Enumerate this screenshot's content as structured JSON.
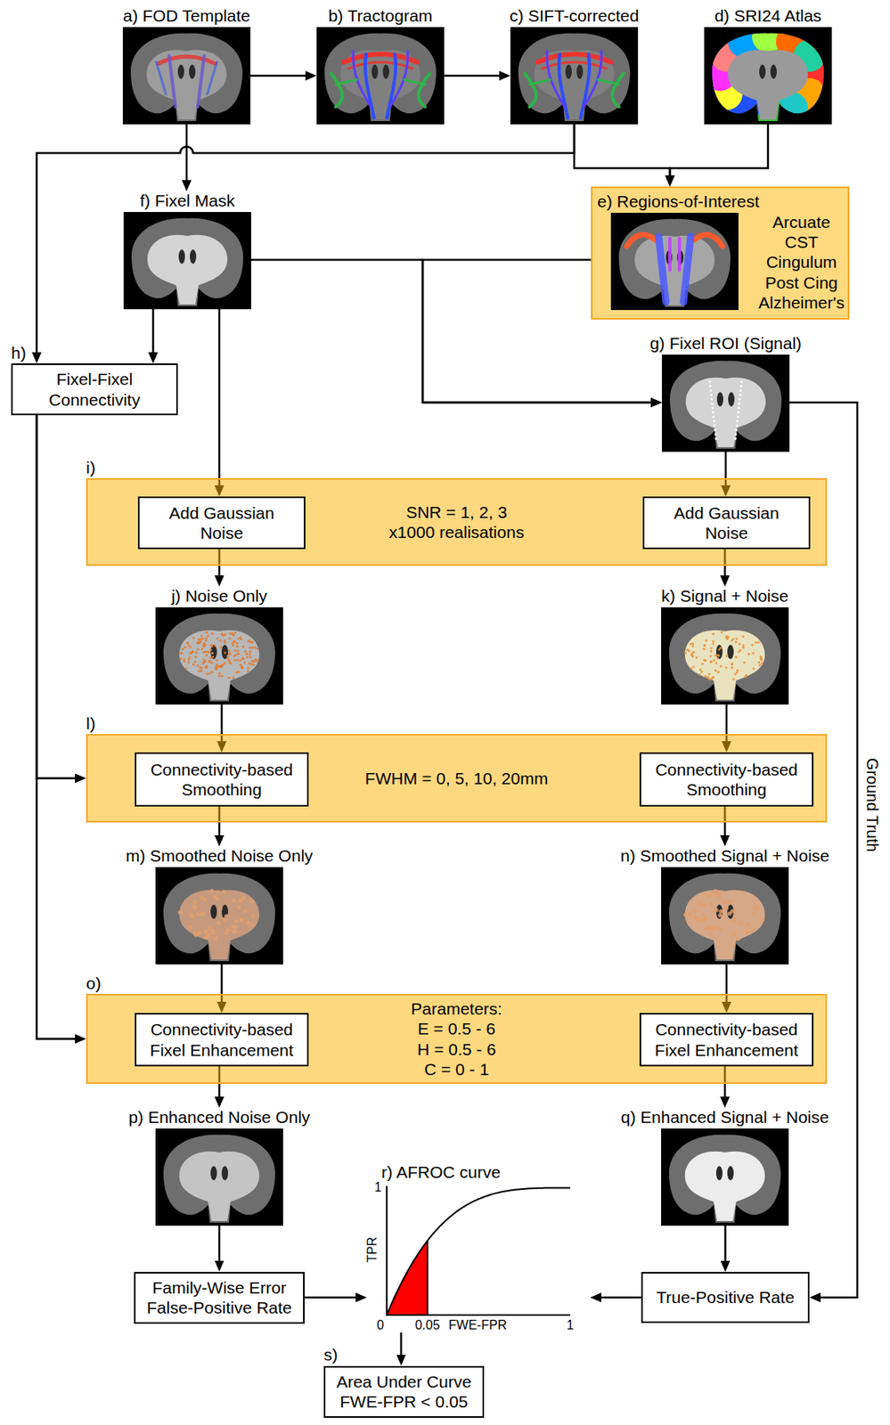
{
  "diagram": {
    "nodes": [
      {
        "text": [
          "a) FOD Template"
        ]
      },
      {
        "text": [
          "b) Tractogram"
        ]
      },
      {
        "text": [
          "c) SIFT-corrected"
        ]
      },
      {
        "text": [
          "d) SRI24 Atlas"
        ]
      },
      {
        "text": [
          "f) Fixel Mask"
        ]
      },
      {
        "text": [
          "e) Regions-of-Interest",
          "Arcuate",
          "CST",
          "Cingulum",
          "Post Cing",
          "Alzheimer's"
        ]
      },
      {
        "text": [
          "h)",
          "Fixel-Fixel Connectivity"
        ]
      },
      {
        "text": [
          "g) Fixel ROI (Signal)"
        ]
      },
      {
        "text": [
          "i)",
          "SNR = 1, 2, 3 x1000 realisations"
        ]
      },
      {
        "text": [
          "Add Gaussian Noise"
        ],
        "in": 8
      },
      {
        "text": [
          "Add Gaussian Noise"
        ],
        "in": 8
      },
      {
        "text": [
          "j) Noise Only"
        ]
      },
      {
        "text": [
          "k) Signal + Noise"
        ]
      },
      {
        "text": [
          "l)",
          "FWHM = 0, 5, 10, 20mm"
        ]
      },
      {
        "text": [
          "Connectivity-based Smoothing"
        ],
        "in": 13
      },
      {
        "text": [
          "Connectivity-based Smoothing"
        ],
        "in": 13
      },
      {
        "text": [
          "m) Smoothed Noise Only"
        ]
      },
      {
        "text": [
          "n) Smoothed Signal + Noise"
        ]
      },
      {
        "text": [
          "o)",
          "Parameters:",
          "E = 0.5 - 6",
          "H = 0.5 - 6",
          "C = 0 - 1"
        ]
      },
      {
        "text": [
          "Connectivity-based Fixel Enhancement"
        ],
        "in": 18
      },
      {
        "text": [
          "Connectivity-based Fixel Enhancement"
        ],
        "in": 18
      },
      {
        "text": [
          "p) Enhanced Noise Only"
        ]
      },
      {
        "text": [
          "q) Enhanced Signal + Noise"
        ]
      },
      {
        "text": [
          "r) AFROC curve"
        ]
      },
      {
        "text": [
          "Family-Wise Error False-Positive Rate"
        ]
      },
      {
        "text": [
          "True-Positive Rate"
        ]
      },
      {
        "text": [
          "s)",
          "Area Under Curve FWE-FPR < 0.05"
        ]
      }
    ],
    "edges": [
      {
        "from": 0,
        "to": 1,
        "arrow": "to"
      },
      {
        "from": 1,
        "to": 2,
        "arrow": "to"
      },
      {
        "from": 2,
        "to": 5,
        "arrow": "to"
      },
      {
        "from": 3,
        "to": 5,
        "arrow": "to"
      },
      {
        "from": 0,
        "to": 4,
        "arrow": "to"
      },
      {
        "from": 2,
        "to": 6,
        "arrow": "to"
      },
      {
        "from": 4,
        "to": 6,
        "arrow": "to"
      },
      {
        "from": 4,
        "to": 7,
        "arrow": "to"
      },
      {
        "from": 5,
        "to": 7,
        "arrow": "to"
      },
      {
        "from": 4,
        "to": 9,
        "arrow": "to"
      },
      {
        "from": 7,
        "to": 10,
        "arrow": "to"
      },
      {
        "from": 7,
        "to": 25,
        "label": "Ground Truth",
        "arrow": "to"
      },
      {
        "from": 9,
        "to": 11,
        "arrow": "to"
      },
      {
        "from": 10,
        "to": 12,
        "arrow": "to"
      },
      {
        "from": 11,
        "to": 14,
        "arrow": "to"
      },
      {
        "from": 12,
        "to": 15,
        "arrow": "to"
      },
      {
        "from": 14,
        "to": 16,
        "arrow": "to"
      },
      {
        "from": 15,
        "to": 17,
        "arrow": "to"
      },
      {
        "from": 16,
        "to": 19,
        "arrow": "to"
      },
      {
        "from": 17,
        "to": 20,
        "arrow": "to"
      },
      {
        "from": 19,
        "to": 21,
        "arrow": "to"
      },
      {
        "from": 20,
        "to": 22,
        "arrow": "to"
      },
      {
        "from": 21,
        "to": 24,
        "arrow": "to"
      },
      {
        "from": 22,
        "to": 25,
        "arrow": "to"
      },
      {
        "from": 24,
        "to": 23,
        "arrow": "to"
      },
      {
        "from": 25,
        "to": 23,
        "arrow": "to"
      },
      {
        "from": 23,
        "to": 26,
        "arrow": "to"
      },
      {
        "from": 6,
        "to": 13,
        "arrow": "to"
      },
      {
        "from": 6,
        "to": 18,
        "arrow": "to"
      }
    ],
    "labels": [
      "1",
      "TPR",
      "0",
      "0.05",
      "FWE-FPR",
      "1"
    ]
  }
}
